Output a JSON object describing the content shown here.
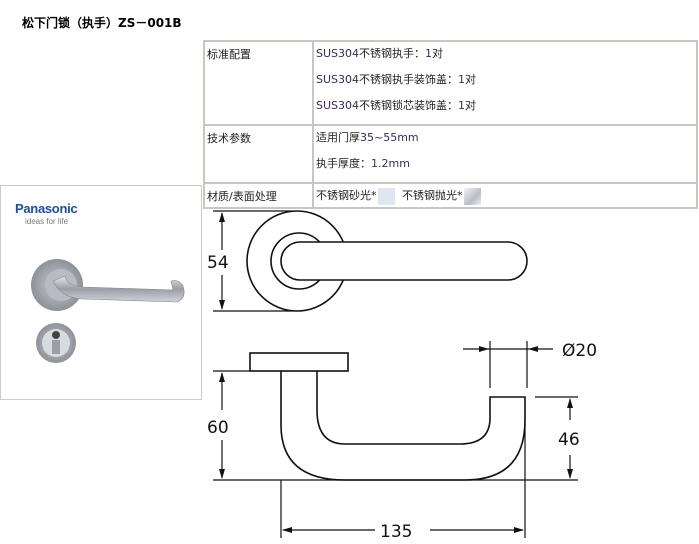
{
  "title": "松下门锁（执手）ZS－001B",
  "spec_rows": [
    {
      "label": "标准配置",
      "lines": [
        {
          "prefix": "SUS304",
          "text": "不锈钢执手：",
          "num": "1",
          "suffix": "对"
        },
        {
          "prefix": "SUS304",
          "text": "不锈钢执手装饰盖：",
          "num": "1",
          "suffix": "对"
        },
        {
          "prefix": "SUS304",
          "text": "不锈钢锁芯装饰盖：",
          "num": "1",
          "suffix": "对"
        }
      ]
    },
    {
      "label": "技术参数",
      "lines": [
        {
          "text": "适用门厚",
          "num": "35~55mm"
        },
        {
          "text": "执手厚度：",
          "num": "1.2mm"
        }
      ]
    },
    {
      "label": "材质/表面处理",
      "finishes": [
        "不锈钢砂光*",
        "不锈钢抛光*"
      ]
    }
  ],
  "product": {
    "brand": "Panasonic",
    "tagline": "ideas for life"
  },
  "drawing": {
    "dim_rose": "54",
    "dim_height": "60",
    "dim_diameter": "Ø20",
    "dim_end": "46",
    "dim_length": "135"
  }
}
